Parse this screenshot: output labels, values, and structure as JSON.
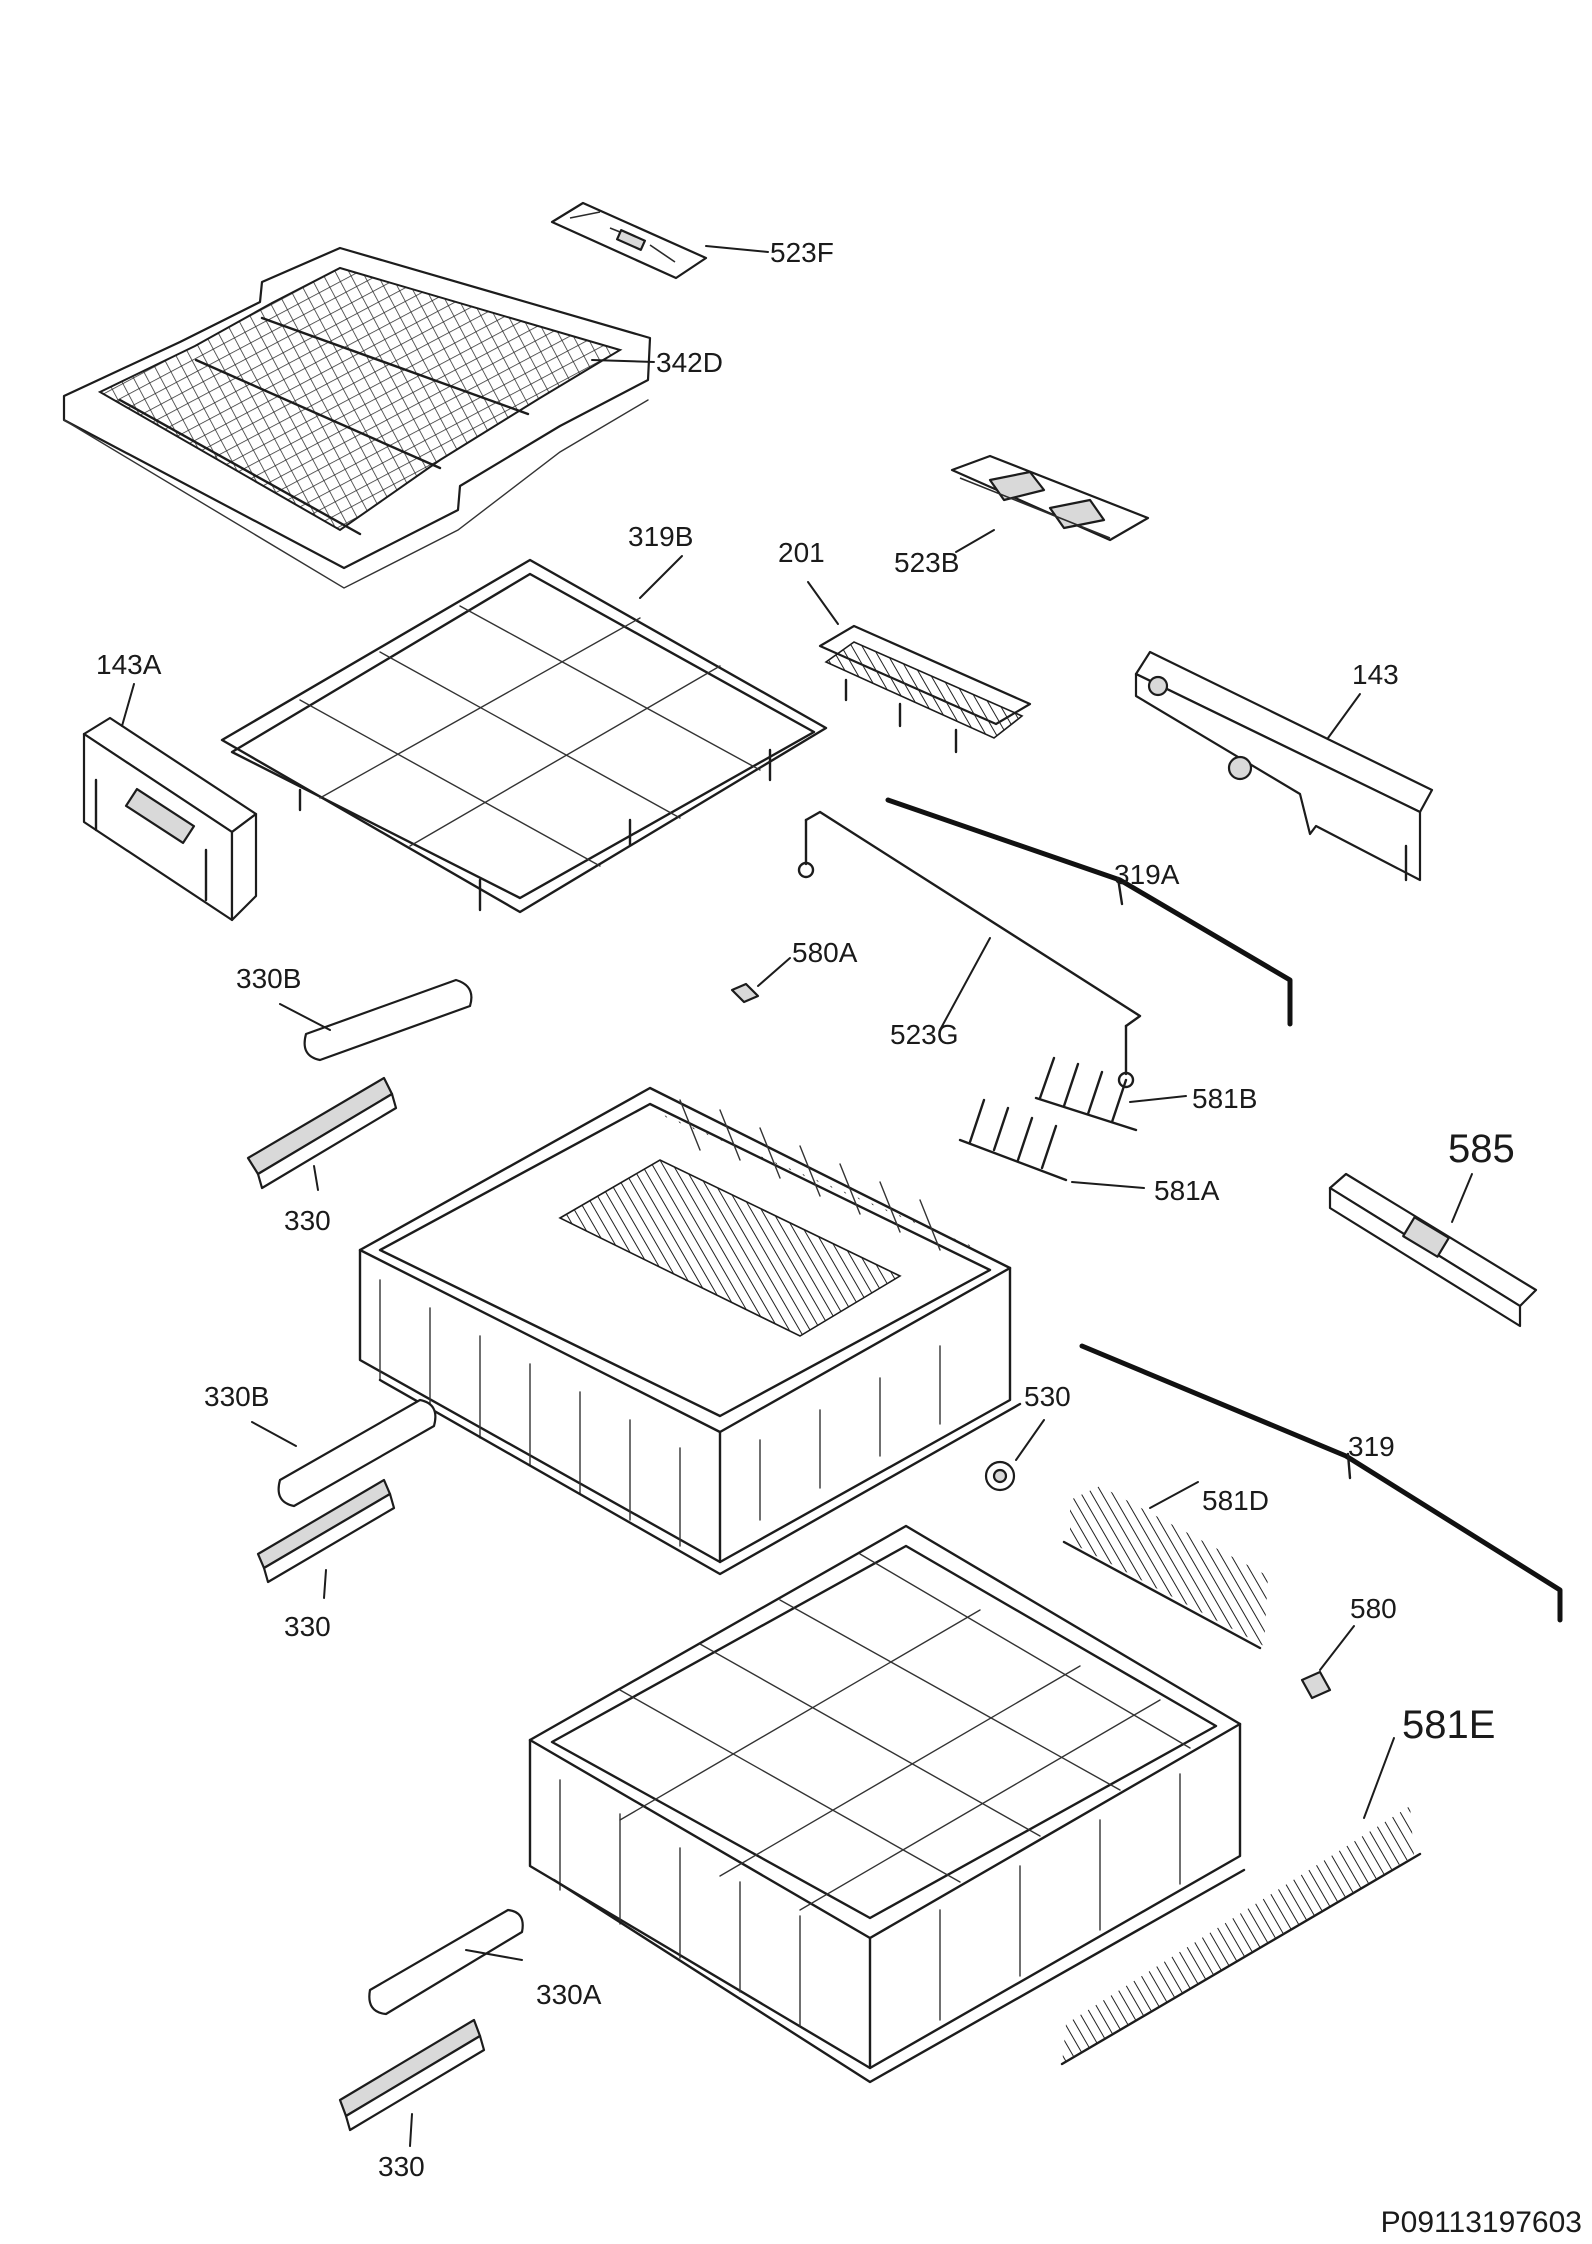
{
  "labels": {
    "p523F": "523F",
    "p342D": "342D",
    "p319B": "319B",
    "p201": "201",
    "p523B": "523B",
    "p143A": "143A",
    "p143": "143",
    "p319A": "319A",
    "p580A": "580A",
    "p523G": "523G",
    "p330B_top": "330B",
    "p330_top": "330",
    "p581B": "581B",
    "p581A": "581A",
    "p585": "585",
    "p330B_mid": "330B",
    "p330_mid": "330",
    "p530": "530",
    "p319": "319",
    "p581D": "581D",
    "p580": "580",
    "p581E": "581E",
    "p330A": "330A",
    "p330_bot": "330"
  },
  "diagram_code": "P09113197603"
}
